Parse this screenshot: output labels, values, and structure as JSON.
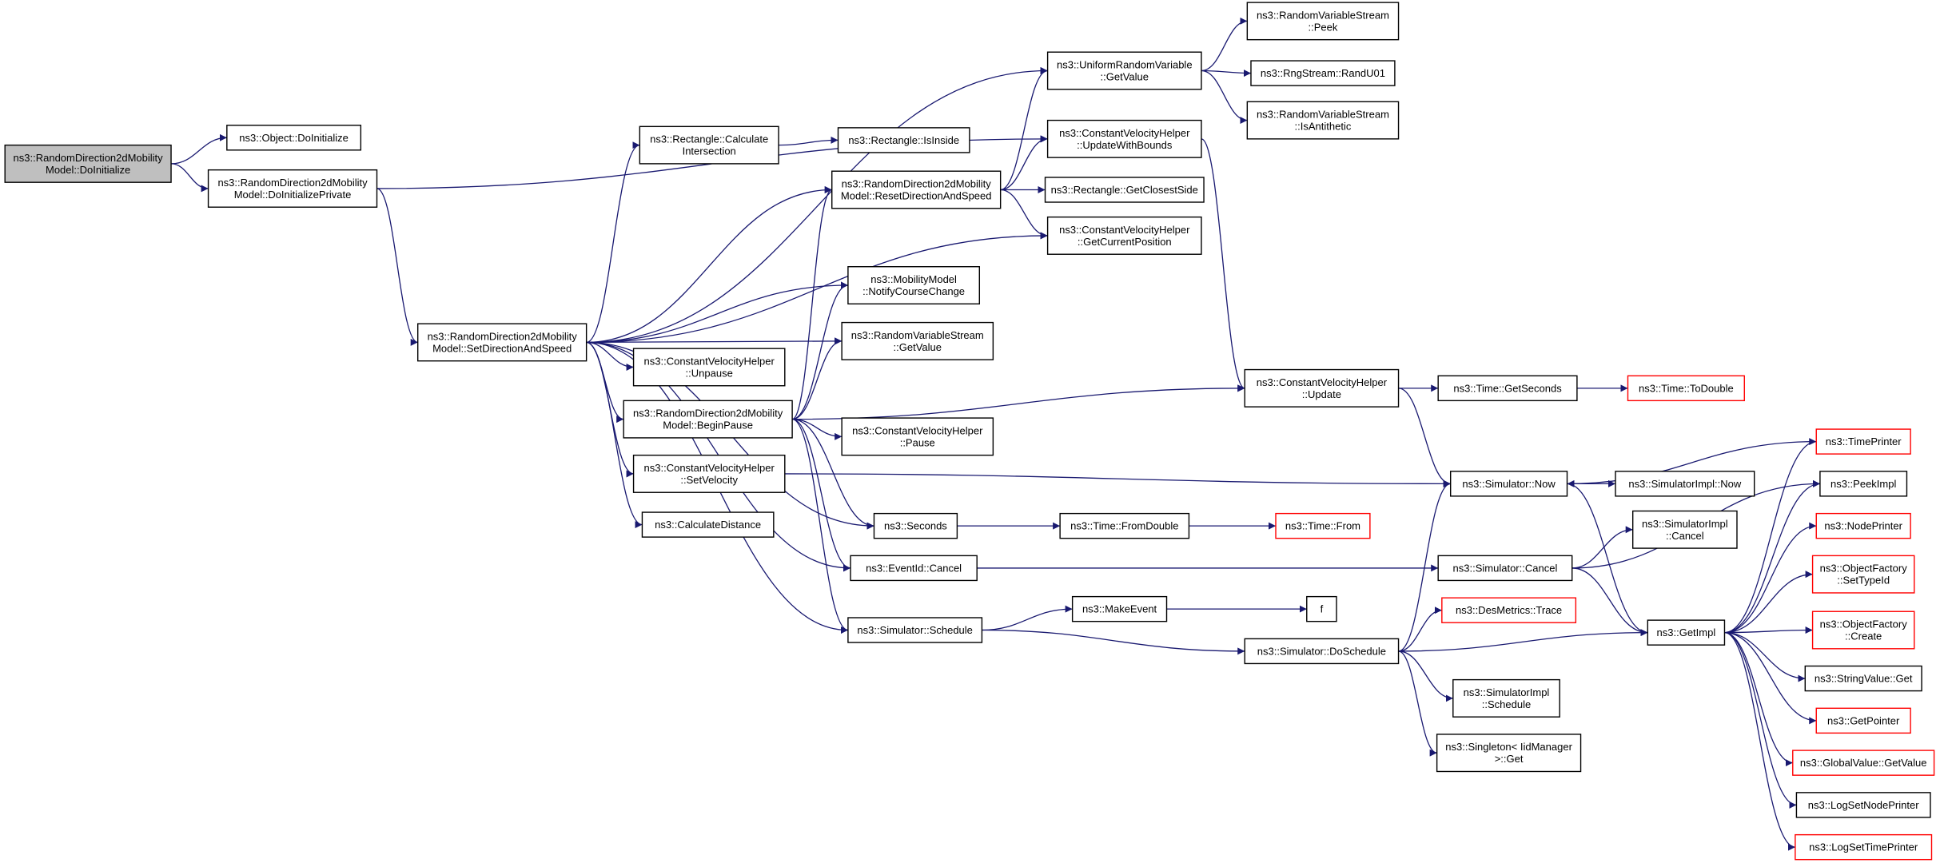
{
  "colors": {
    "edge": "#191970",
    "node_border": "#000000",
    "missing_doc_border": "#ff0000",
    "root_fill": "#bfbfbf",
    "node_fill": "#ffffff"
  },
  "nodes": {
    "root": {
      "lines": [
        "ns3::RandomDirection2dMobility",
        "Model::DoInitialize"
      ]
    },
    "obj_doinit": {
      "lines": [
        "ns3::Object::DoInitialize"
      ]
    },
    "doinit_private": {
      "lines": [
        "ns3::RandomDirection2dMobility",
        "Model::DoInitializePrivate"
      ]
    },
    "set_dir_speed": {
      "lines": [
        "ns3::RandomDirection2dMobility",
        "Model::SetDirectionAndSpeed"
      ]
    },
    "rect_calc": {
      "lines": [
        "ns3::Rectangle::Calculate",
        "Intersection"
      ]
    },
    "rect_inside": {
      "lines": [
        "ns3::Rectangle::IsInside"
      ]
    },
    "reset_dir": {
      "lines": [
        "ns3::RandomDirection2dMobility",
        "Model::ResetDirectionAndSpeed"
      ]
    },
    "notify": {
      "lines": [
        "ns3::MobilityModel",
        "::NotifyCourseChange"
      ]
    },
    "rvs_getvalue": {
      "lines": [
        "ns3::RandomVariableStream",
        "::GetValue"
      ]
    },
    "cvh_unpause": {
      "lines": [
        "ns3::ConstantVelocityHelper",
        "::Unpause"
      ]
    },
    "begin_pause": {
      "lines": [
        "ns3::RandomDirection2dMobility",
        "Model::BeginPause"
      ]
    },
    "cvh_pause": {
      "lines": [
        "ns3::ConstantVelocityHelper",
        "::Pause"
      ]
    },
    "cvh_setvel": {
      "lines": [
        "ns3::ConstantVelocityHelper",
        "::SetVelocity"
      ]
    },
    "calc_dist": {
      "lines": [
        "ns3::CalculateDistance"
      ]
    },
    "seconds": {
      "lines": [
        "ns3::Seconds"
      ]
    },
    "eventid_cancel": {
      "lines": [
        "ns3::EventId::Cancel"
      ]
    },
    "sim_schedule": {
      "lines": [
        "ns3::Simulator::Schedule"
      ]
    },
    "urv_getvalue": {
      "lines": [
        "ns3::UniformRandomVariable",
        "::GetValue"
      ]
    },
    "cvh_update_bounds": {
      "lines": [
        "ns3::ConstantVelocityHelper",
        "::UpdateWithBounds"
      ]
    },
    "rect_closest": {
      "lines": [
        "ns3::Rectangle::GetClosestSide"
      ]
    },
    "cvh_getpos": {
      "lines": [
        "ns3::ConstantVelocityHelper",
        "::GetCurrentPosition"
      ]
    },
    "rvs_peek": {
      "lines": [
        "ns3::RandomVariableStream",
        "::Peek"
      ]
    },
    "rng_randu01": {
      "lines": [
        "ns3::RngStream::RandU01"
      ]
    },
    "rvs_antithetic": {
      "lines": [
        "ns3::RandomVariableStream",
        "::IsAntithetic"
      ]
    },
    "cvh_update": {
      "lines": [
        "ns3::ConstantVelocityHelper",
        "::Update"
      ]
    },
    "time_getseconds": {
      "lines": [
        "ns3::Time::GetSeconds"
      ]
    },
    "time_todouble": {
      "lines": [
        "ns3::Time::ToDouble"
      ]
    },
    "time_fromdouble": {
      "lines": [
        "ns3::Time::FromDouble"
      ]
    },
    "time_from": {
      "lines": [
        "ns3::Time::From"
      ]
    },
    "make_event": {
      "lines": [
        "ns3::MakeEvent"
      ]
    },
    "f": {
      "lines": [
        "f"
      ]
    },
    "sim_doschedule": {
      "lines": [
        "ns3::Simulator::DoSchedule"
      ]
    },
    "sim_now": {
      "lines": [
        "ns3::Simulator::Now"
      ]
    },
    "simimpl_now": {
      "lines": [
        "ns3::SimulatorImpl::Now"
      ]
    },
    "sim_cancel": {
      "lines": [
        "ns3::Simulator::Cancel"
      ]
    },
    "simimpl_cancel": {
      "lines": [
        "ns3::SimulatorImpl",
        "::Cancel"
      ]
    },
    "des_trace": {
      "lines": [
        "ns3::DesMetrics::Trace"
      ]
    },
    "simimpl_schedule": {
      "lines": [
        "ns3::SimulatorImpl",
        "::Schedule"
      ]
    },
    "singleton": {
      "lines": [
        "ns3::Singleton< IidManager",
        ">::Get"
      ]
    },
    "getimpl": {
      "lines": [
        "ns3::GetImpl"
      ]
    },
    "time_printer": {
      "lines": [
        "ns3::TimePrinter"
      ]
    },
    "peek_impl": {
      "lines": [
        "ns3::PeekImpl"
      ]
    },
    "node_printer": {
      "lines": [
        "ns3::NodePrinter"
      ]
    },
    "of_settypeid": {
      "lines": [
        "ns3::ObjectFactory",
        "::SetTypeId"
      ]
    },
    "of_create": {
      "lines": [
        "ns3::ObjectFactory",
        "::Create"
      ]
    },
    "stringvalue_get": {
      "lines": [
        "ns3::StringValue::Get"
      ]
    },
    "get_pointer": {
      "lines": [
        "ns3::GetPointer"
      ]
    },
    "gv_getvalue": {
      "lines": [
        "ns3::GlobalValue::GetValue"
      ]
    },
    "log_set_node": {
      "lines": [
        "ns3::LogSetNodePrinter"
      ]
    },
    "log_set_time": {
      "lines": [
        "ns3::LogSetTimePrinter"
      ]
    }
  },
  "edges": [
    [
      "root",
      "obj_doinit"
    ],
    [
      "root",
      "doinit_private"
    ],
    [
      "doinit_private",
      "set_dir_speed"
    ],
    [
      "doinit_private",
      "cvh_update_bounds"
    ],
    [
      "set_dir_speed",
      "rect_calc"
    ],
    [
      "set_dir_speed",
      "reset_dir"
    ],
    [
      "set_dir_speed",
      "urv_getvalue"
    ],
    [
      "set_dir_speed",
      "cvh_getpos"
    ],
    [
      "set_dir_speed",
      "notify"
    ],
    [
      "set_dir_speed",
      "rvs_getvalue"
    ],
    [
      "set_dir_speed",
      "cvh_unpause"
    ],
    [
      "set_dir_speed",
      "begin_pause"
    ],
    [
      "set_dir_speed",
      "cvh_setvel"
    ],
    [
      "set_dir_speed",
      "calc_dist"
    ],
    [
      "set_dir_speed",
      "seconds"
    ],
    [
      "set_dir_speed",
      "eventid_cancel"
    ],
    [
      "set_dir_speed",
      "sim_schedule"
    ],
    [
      "rect_calc",
      "rect_inside"
    ],
    [
      "reset_dir",
      "cvh_update_bounds"
    ],
    [
      "reset_dir",
      "rect_closest"
    ],
    [
      "reset_dir",
      "cvh_getpos"
    ],
    [
      "reset_dir",
      "urv_getvalue"
    ],
    [
      "begin_pause",
      "reset_dir"
    ],
    [
      "begin_pause",
      "notify"
    ],
    [
      "begin_pause",
      "rvs_getvalue"
    ],
    [
      "begin_pause",
      "cvh_pause"
    ],
    [
      "begin_pause",
      "cvh_update"
    ],
    [
      "begin_pause",
      "seconds"
    ],
    [
      "begin_pause",
      "eventid_cancel"
    ],
    [
      "begin_pause",
      "sim_schedule"
    ],
    [
      "urv_getvalue",
      "rvs_peek"
    ],
    [
      "urv_getvalue",
      "rng_randu01"
    ],
    [
      "urv_getvalue",
      "rvs_antithetic"
    ],
    [
      "cvh_update_bounds",
      "cvh_update"
    ],
    [
      "cvh_update",
      "time_getseconds"
    ],
    [
      "cvh_update",
      "sim_now"
    ],
    [
      "time_getseconds",
      "time_todouble"
    ],
    [
      "cvh_setvel",
      "sim_now"
    ],
    [
      "seconds",
      "time_fromdouble"
    ],
    [
      "time_fromdouble",
      "time_from"
    ],
    [
      "eventid_cancel",
      "sim_cancel"
    ],
    [
      "sim_schedule",
      "make_event"
    ],
    [
      "sim_schedule",
      "sim_doschedule"
    ],
    [
      "make_event",
      "f"
    ],
    [
      "sim_doschedule",
      "sim_now"
    ],
    [
      "sim_doschedule",
      "des_trace"
    ],
    [
      "sim_doschedule",
      "simimpl_schedule"
    ],
    [
      "sim_doschedule",
      "singleton"
    ],
    [
      "sim_doschedule",
      "getimpl"
    ],
    [
      "sim_now",
      "simimpl_now"
    ],
    [
      "sim_now",
      "getimpl"
    ],
    [
      "sim_cancel",
      "simimpl_cancel"
    ],
    [
      "sim_cancel",
      "getimpl"
    ],
    [
      "sim_cancel",
      "peek_impl"
    ],
    [
      "time_printer",
      "sim_now"
    ],
    [
      "getimpl",
      "time_printer"
    ],
    [
      "getimpl",
      "peek_impl"
    ],
    [
      "getimpl",
      "node_printer"
    ],
    [
      "getimpl",
      "of_settypeid"
    ],
    [
      "getimpl",
      "of_create"
    ],
    [
      "getimpl",
      "stringvalue_get"
    ],
    [
      "getimpl",
      "get_pointer"
    ],
    [
      "getimpl",
      "gv_getvalue"
    ],
    [
      "getimpl",
      "log_set_node"
    ],
    [
      "getimpl",
      "log_set_time"
    ]
  ]
}
